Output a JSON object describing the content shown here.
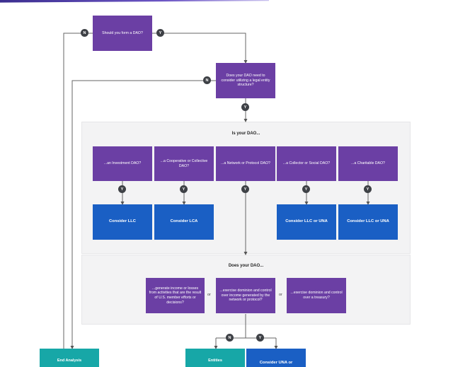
{
  "title_strip_color": "#4b3ca8",
  "colors": {
    "purple": "#6b3fa4",
    "blue": "#1a5fc4",
    "teal": "#17a7a7",
    "badge": "#3e4146",
    "panel": "#f3f3f4"
  },
  "start": {
    "question": "Should you form a DAO?",
    "no_label": "N",
    "yes_label": "Y"
  },
  "legal": {
    "question": "Does your DAO need to consider utilizing a legal entity structure?",
    "no_label": "N",
    "yes_label": "Y"
  },
  "type_panel": {
    "title": "Is your DAO...",
    "types": [
      {
        "label": "...an Investment DAO?",
        "yes": "Y",
        "result": "Consider LLC"
      },
      {
        "label": "...a Cooperative or Collective DAO?",
        "yes": "Y",
        "result": "Consider LCA"
      },
      {
        "label": "...a Network or Protocol DAO?",
        "yes": "Y"
      },
      {
        "label": "...a Collector or Social DAO?",
        "yes": "Y",
        "result": "Consider LLC or UNA"
      },
      {
        "label": "...a Charitable DAO?",
        "yes": "Y",
        "result": "Consider LLC or UNA"
      }
    ]
  },
  "does_panel": {
    "title": "Does your DAO...",
    "options": [
      "...generate income or losses from activities that are the result of U.S. member efforts or decisions?",
      "...exercise dominion and control over income generated by the network or protocol?",
      "...exercise dominion and control over a treasury?"
    ],
    "or_labels": [
      "or",
      "or"
    ]
  },
  "network_decision": {
    "no_label": "N",
    "yes_label": "Y"
  },
  "bottom": {
    "end_analysis": "End Analysis",
    "entities": "Entities",
    "consider_una": "Consider UNA or"
  }
}
